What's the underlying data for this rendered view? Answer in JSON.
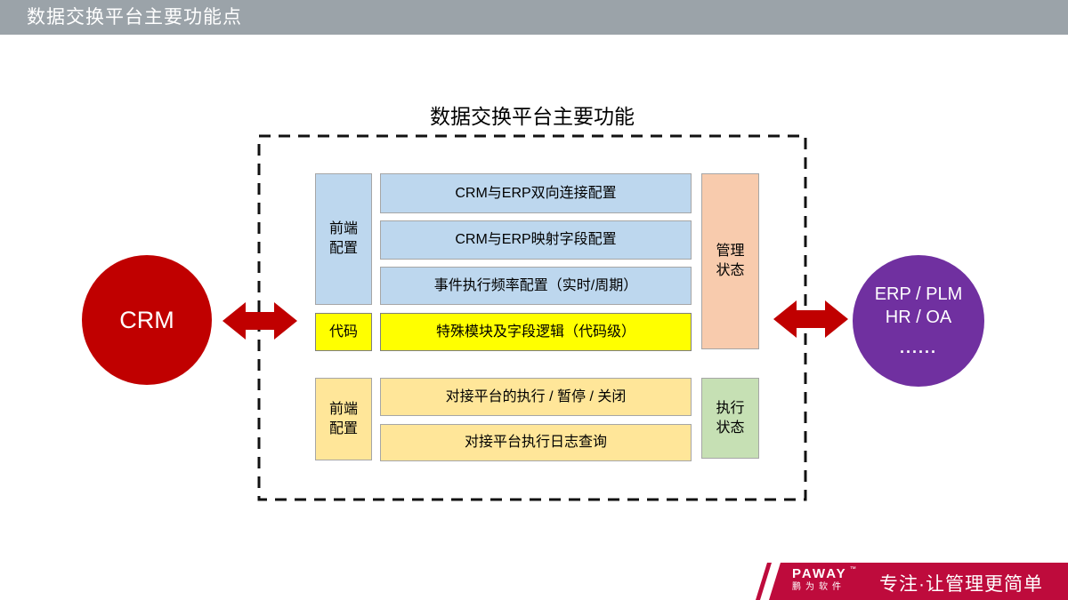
{
  "header": {
    "title": "数据交换平台主要功能点"
  },
  "diagram": {
    "title": "数据交换平台主要功能",
    "crm_circle": {
      "label": "CRM"
    },
    "erp_circle": {
      "line1": "ERP / PLM",
      "line2": "HR / OA",
      "dots": "......"
    },
    "config_group": {
      "side_label_line1": "前端",
      "side_label_line2": "配置",
      "rows": [
        "CRM与ERP双向连接配置",
        "CRM与ERP映射字段配置",
        "事件执行频率配置（实时/周期）"
      ],
      "code_label": "代码",
      "code_row": "特殊模块及字段逻辑（代码级）",
      "status_line1": "管理",
      "status_line2": "状态"
    },
    "exec_group": {
      "side_label_line1": "前端",
      "side_label_line2": "配置",
      "rows": [
        "对接平台的执行 / 暂停 / 关闭",
        "对接平台执行日志查询"
      ],
      "status_line1": "执行",
      "status_line2": "状态"
    }
  },
  "footer": {
    "brand": "PAWAY",
    "trademark": "™",
    "brand_sub": "鹏为软件",
    "slogan": "专注·让管理更简单"
  },
  "colors": {
    "header_bg": "#9BA3A9",
    "box_blue": "#BDD7EE",
    "box_yellow": "#FFFF00",
    "box_peach": "#F8CBAD",
    "box_tan": "#FFE699",
    "box_green": "#C6E0B4",
    "circle_red": "#C00000",
    "circle_purple": "#7030A0",
    "arrow_red": "#C00000",
    "footer_bg": "#BE0B3C"
  }
}
